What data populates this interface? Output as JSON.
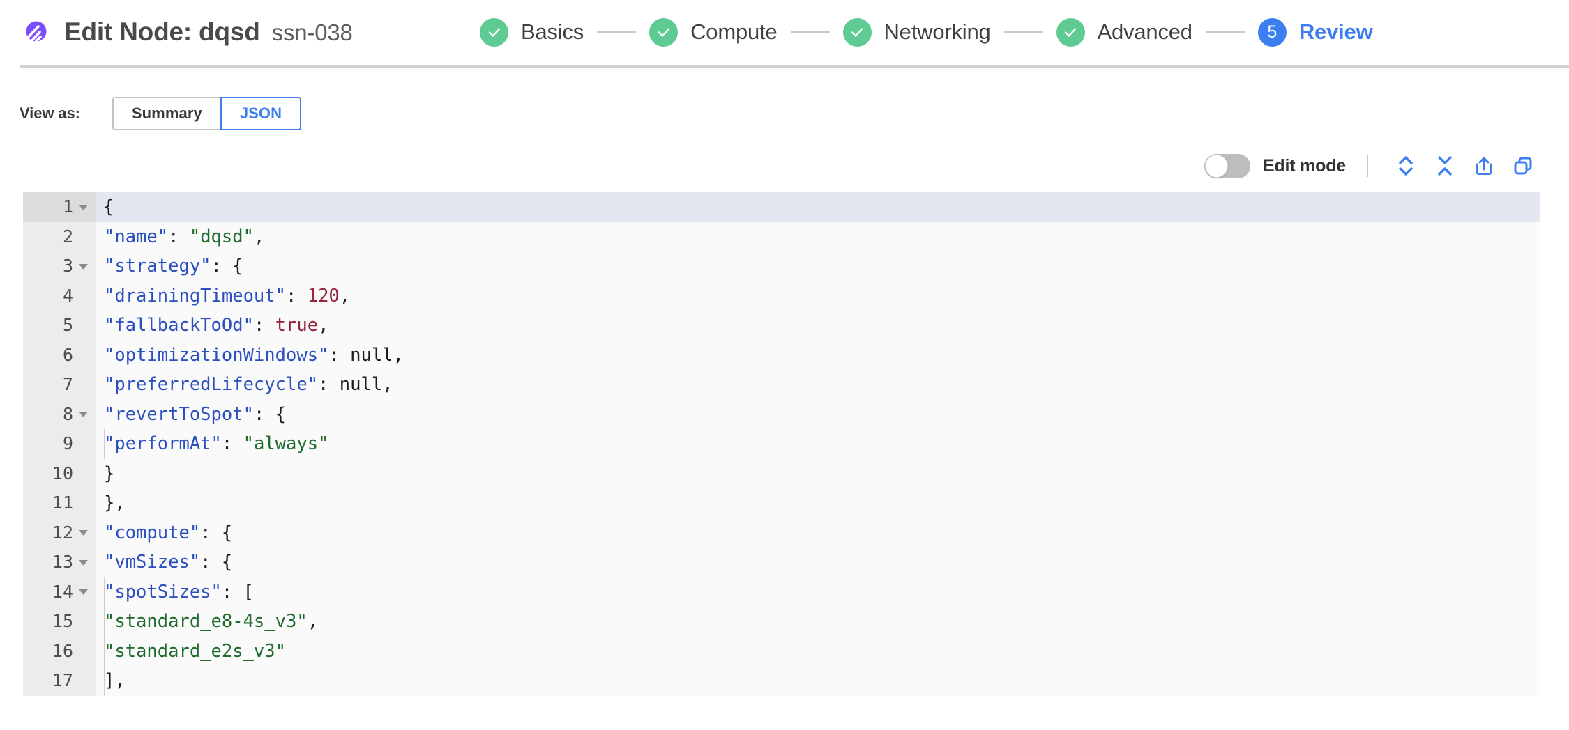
{
  "header": {
    "logo_icon": "spot-logo-icon",
    "title": "Edit Node: dqsd",
    "subtitle": "ssn-038"
  },
  "stepper": {
    "steps": [
      {
        "label": "Basics",
        "state": "completed",
        "indicator": "check-icon"
      },
      {
        "label": "Compute",
        "state": "completed",
        "indicator": "check-icon"
      },
      {
        "label": "Networking",
        "state": "completed",
        "indicator": "check-icon"
      },
      {
        "label": "Advanced",
        "state": "completed",
        "indicator": "check-icon"
      },
      {
        "label": "Review",
        "state": "active",
        "indicator": "5"
      }
    ],
    "colors": {
      "completed": "#5ecb93",
      "active": "#3d7ff0"
    }
  },
  "view_as": {
    "label": "View as:",
    "options": [
      {
        "label": "Summary",
        "selected": false
      },
      {
        "label": "JSON",
        "selected": true
      }
    ],
    "accent": "#3d7ff0"
  },
  "editor_toolbar": {
    "edit_mode_label": "Edit mode",
    "edit_mode_on": false,
    "actions": [
      {
        "name": "expand-all-icon"
      },
      {
        "name": "collapse-all-icon"
      },
      {
        "name": "share-export-icon"
      },
      {
        "name": "copy-icon"
      }
    ],
    "icon_color": "#3d7ff0"
  },
  "code_editor": {
    "language": "json",
    "active_line": 1,
    "lines": [
      {
        "n": 1,
        "fold": true,
        "indent": 0,
        "guides": 0,
        "tokens": [
          {
            "t": "punct",
            "v": "{"
          }
        ],
        "cursor": true
      },
      {
        "n": 2,
        "fold": false,
        "indent": 1,
        "guides": 0,
        "tokens": [
          {
            "t": "key",
            "v": "\"name\""
          },
          {
            "t": "punct",
            "v": ": "
          },
          {
            "t": "str",
            "v": "\"dqsd\""
          },
          {
            "t": "punct",
            "v": ","
          }
        ]
      },
      {
        "n": 3,
        "fold": true,
        "indent": 1,
        "guides": 0,
        "tokens": [
          {
            "t": "key",
            "v": "\"strategy\""
          },
          {
            "t": "punct",
            "v": ": {"
          }
        ]
      },
      {
        "n": 4,
        "fold": false,
        "indent": 2,
        "guides": 0,
        "tokens": [
          {
            "t": "key",
            "v": "\"drainingTimeout\""
          },
          {
            "t": "punct",
            "v": ": "
          },
          {
            "t": "num",
            "v": "120"
          },
          {
            "t": "punct",
            "v": ","
          }
        ]
      },
      {
        "n": 5,
        "fold": false,
        "indent": 2,
        "guides": 0,
        "tokens": [
          {
            "t": "key",
            "v": "\"fallbackToOd\""
          },
          {
            "t": "punct",
            "v": ": "
          },
          {
            "t": "bool",
            "v": "true"
          },
          {
            "t": "punct",
            "v": ","
          }
        ]
      },
      {
        "n": 6,
        "fold": false,
        "indent": 2,
        "guides": 0,
        "tokens": [
          {
            "t": "key",
            "v": "\"optimizationWindows\""
          },
          {
            "t": "punct",
            "v": ": "
          },
          {
            "t": "null",
            "v": "null"
          },
          {
            "t": "punct",
            "v": ","
          }
        ]
      },
      {
        "n": 7,
        "fold": false,
        "indent": 2,
        "guides": 0,
        "tokens": [
          {
            "t": "key",
            "v": "\"preferredLifecycle\""
          },
          {
            "t": "punct",
            "v": ": "
          },
          {
            "t": "null",
            "v": "null"
          },
          {
            "t": "punct",
            "v": ","
          }
        ]
      },
      {
        "n": 8,
        "fold": true,
        "indent": 2,
        "guides": 0,
        "tokens": [
          {
            "t": "key",
            "v": "\"revertToSpot\""
          },
          {
            "t": "punct",
            "v": ": {"
          }
        ]
      },
      {
        "n": 9,
        "fold": false,
        "indent": 3,
        "guides": 2,
        "tokens": [
          {
            "t": "key",
            "v": "\"performAt\""
          },
          {
            "t": "punct",
            "v": ": "
          },
          {
            "t": "str",
            "v": "\"always\""
          }
        ]
      },
      {
        "n": 10,
        "fold": false,
        "indent": 2,
        "guides": 0,
        "tokens": [
          {
            "t": "punct",
            "v": "}"
          }
        ]
      },
      {
        "n": 11,
        "fold": false,
        "indent": 1,
        "guides": 0,
        "tokens": [
          {
            "t": "punct",
            "v": "},"
          }
        ]
      },
      {
        "n": 12,
        "fold": true,
        "indent": 1,
        "guides": 0,
        "tokens": [
          {
            "t": "key",
            "v": "\"compute\""
          },
          {
            "t": "punct",
            "v": ": {"
          }
        ]
      },
      {
        "n": 13,
        "fold": true,
        "indent": 2,
        "guides": 0,
        "tokens": [
          {
            "t": "key",
            "v": "\"vmSizes\""
          },
          {
            "t": "punct",
            "v": ": {"
          }
        ]
      },
      {
        "n": 14,
        "fold": true,
        "indent": 3,
        "guides": 2,
        "tokens": [
          {
            "t": "key",
            "v": "\"spotSizes\""
          },
          {
            "t": "punct",
            "v": ": ["
          }
        ]
      },
      {
        "n": 15,
        "fold": false,
        "indent": 4,
        "guides": 2,
        "tokens": [
          {
            "t": "str",
            "v": "\"standard_e8-4s_v3\""
          },
          {
            "t": "punct",
            "v": ","
          }
        ]
      },
      {
        "n": 16,
        "fold": false,
        "indent": 4,
        "guides": 2,
        "tokens": [
          {
            "t": "str",
            "v": "\"standard_e2s_v3\""
          }
        ]
      },
      {
        "n": 17,
        "fold": false,
        "indent": 3,
        "guides": 2,
        "tokens": [
          {
            "t": "punct",
            "v": "],"
          }
        ]
      }
    ]
  }
}
